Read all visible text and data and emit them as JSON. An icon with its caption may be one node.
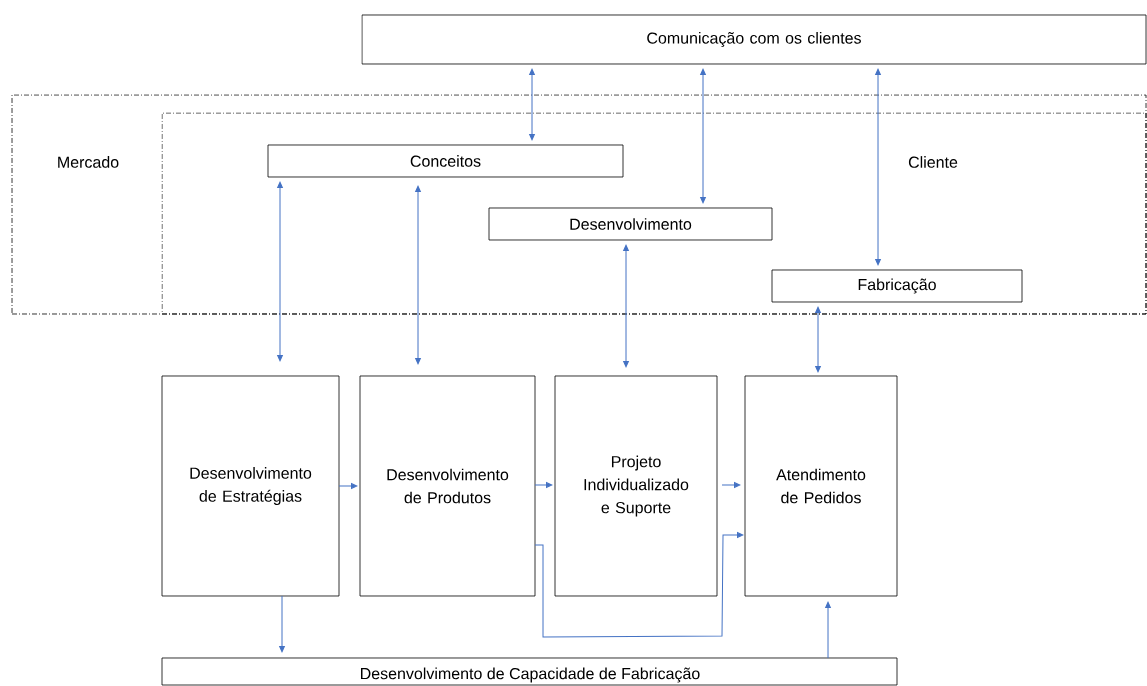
{
  "diagram": {
    "nodes": [
      {
        "text": [
          "Comunicação com os clientes"
        ]
      },
      {
        "text": [
          "Mercado"
        ]
      },
      {
        "text": [
          "Cliente"
        ],
        "in": 1
      },
      {
        "text": [
          "Conceitos"
        ],
        "in": 2
      },
      {
        "text": [
          "Desenvolvimento"
        ],
        "in": 2
      },
      {
        "text": [
          "Fabricação"
        ],
        "in": 2
      },
      {
        "text": [
          "Desenvolvimento de Estratégias"
        ]
      },
      {
        "text": [
          "Desenvolvimento de Produtos"
        ]
      },
      {
        "text": [
          "Projeto Individualizado e Suporte"
        ]
      },
      {
        "text": [
          "Atendimento de Pedidos"
        ]
      },
      {
        "text": [
          "Desenvolvimento de Capacidade de Fabricação"
        ]
      }
    ],
    "edges": [
      {
        "from": 0,
        "to": 3,
        "arrow": "both"
      },
      {
        "from": 0,
        "to": 4,
        "arrow": "both"
      },
      {
        "from": 0,
        "to": 5,
        "arrow": "both"
      },
      {
        "from": 3,
        "to": 6,
        "arrow": "both"
      },
      {
        "from": 3,
        "to": 7,
        "arrow": "both"
      },
      {
        "from": 4,
        "to": 8,
        "arrow": "both"
      },
      {
        "from": 5,
        "to": 9,
        "arrow": "both"
      },
      {
        "from": 6,
        "to": 7,
        "arrow": "to"
      },
      {
        "from": 7,
        "to": 8,
        "arrow": "to"
      },
      {
        "from": 8,
        "to": 9,
        "arrow": "to"
      },
      {
        "from": 7,
        "to": 9,
        "arrow": "to"
      },
      {
        "from": 6,
        "to": 10,
        "arrow": "to"
      },
      {
        "from": 10,
        "to": 9,
        "arrow": "to"
      }
    ]
  }
}
